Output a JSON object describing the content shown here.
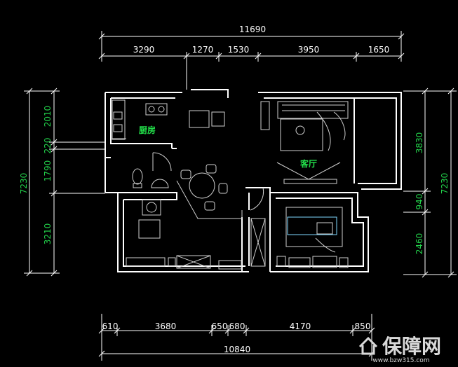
{
  "top_dimensions": {
    "total": "11690",
    "segments": [
      "3290",
      "1270",
      "1530",
      "3950",
      "1650"
    ]
  },
  "bottom_dimensions": {
    "total": "10840",
    "segments": [
      "610",
      "3680",
      "650",
      "680",
      "4170",
      "850"
    ]
  },
  "left_dimensions": {
    "total": "7230",
    "segments": [
      "2010",
      "220",
      "1790",
      "3210"
    ]
  },
  "right_dimensions": {
    "total": "7230",
    "segments": [
      "3830",
      "940",
      "2460"
    ]
  },
  "rooms": {
    "kitchen": "厨房",
    "living_room": "客厅"
  },
  "watermark": {
    "brand": "保障网",
    "url": "www.bzw315.com"
  },
  "colors": {
    "background": "#000000",
    "walls": "#ffffff",
    "furniture": "#cfcfcf",
    "room_labels": "#22e04a",
    "vertical_dimensions": "#22d04a"
  }
}
